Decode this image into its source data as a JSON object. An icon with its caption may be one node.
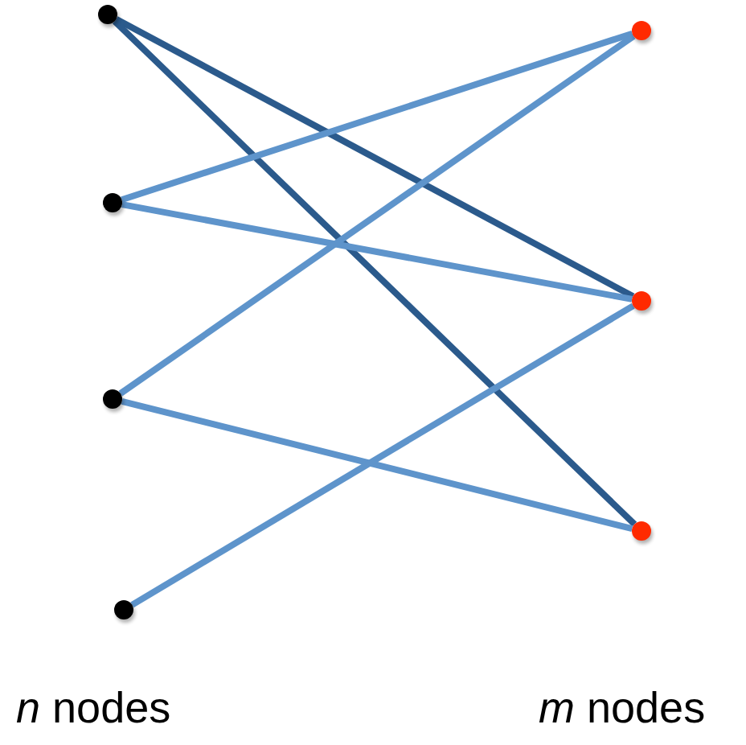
{
  "diagram": {
    "nodes": [
      {
        "text": [],
        "shape": "circle"
      },
      {
        "text": [],
        "shape": "circle"
      },
      {
        "text": [],
        "shape": "circle"
      },
      {
        "text": [],
        "shape": "circle"
      },
      {
        "text": [],
        "shape": "circle"
      },
      {
        "text": [],
        "shape": "circle"
      },
      {
        "text": [],
        "shape": "circle"
      }
    ],
    "edges": [
      {
        "from": 0,
        "to": 5,
        "arrow": "none",
        "color": "#2b5a8c"
      },
      {
        "from": 0,
        "to": 6,
        "arrow": "none",
        "color": "#2b5a8c"
      },
      {
        "from": 1,
        "to": 4,
        "arrow": "none"
      },
      {
        "from": 1,
        "to": 5,
        "arrow": "none"
      },
      {
        "from": 2,
        "to": 4,
        "arrow": "none"
      },
      {
        "from": 2,
        "to": 6,
        "arrow": "none"
      },
      {
        "from": 3,
        "to": 5,
        "arrow": "none"
      }
    ],
    "labels": [
      "*n* nodes",
      "*m* nodes"
    ]
  }
}
